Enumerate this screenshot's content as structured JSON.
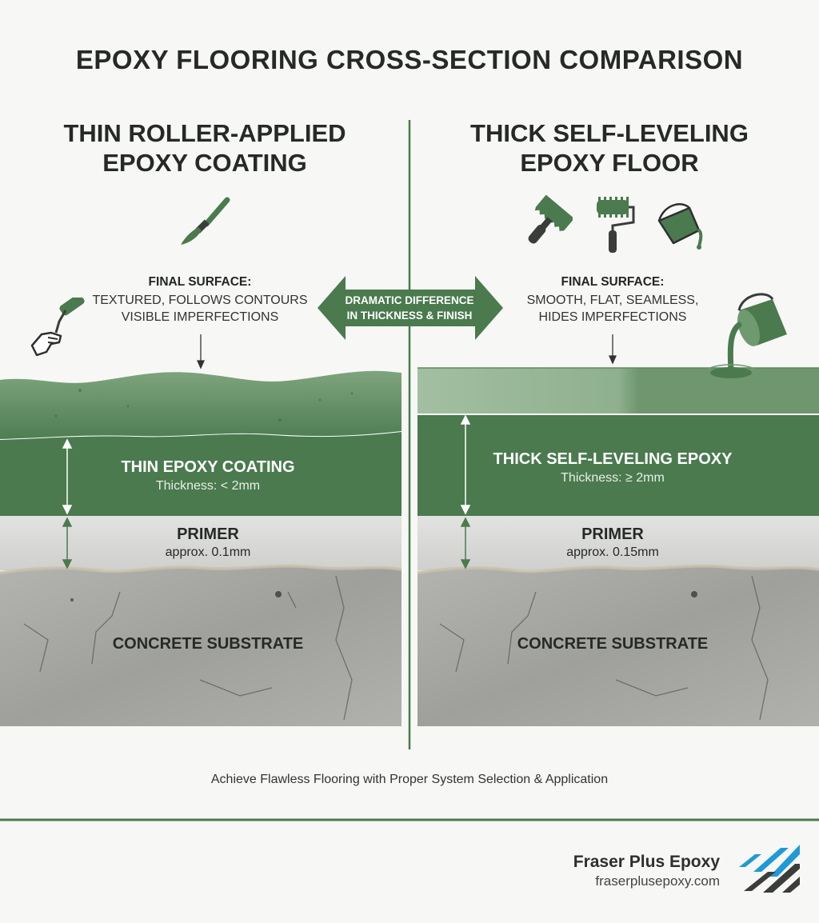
{
  "title": "EPOXY FLOORING CROSS-SECTION COMPARISON",
  "left": {
    "heading_line1": "THIN ROLLER-APPLIED",
    "heading_line2": "EPOXY COATING",
    "surface_label": "FINAL SURFACE:",
    "surface_line1": "TEXTURED, FOLLOWS CONTOURS",
    "surface_line2": "VISIBLE IMPERFECTIONS",
    "coating_title": "THIN EPOXY COATING",
    "coating_thickness": "Thickness: < 2mm",
    "primer_title": "PRIMER",
    "primer_thickness": "approx. 0.1mm",
    "substrate": "CONCRETE SUBSTRATE",
    "icons": [
      "paintbrush-icon",
      "hand-roller-icon"
    ]
  },
  "right": {
    "heading_line1": "THICK SELF-LEVELING",
    "heading_line2": "EPOXY FLOOR",
    "surface_label": "FINAL SURFACE:",
    "surface_line1": "SMOOTH, FLAT, SEAMLESS,",
    "surface_line2": "HIDES IMPERFECTIONS",
    "coating_title": "THICK SELF-LEVELING EPOXY",
    "coating_thickness": "Thickness: ≥ 2mm",
    "primer_title": "PRIMER",
    "primer_thickness": "approx. 0.15mm",
    "substrate": "CONCRETE SUBSTRATE",
    "icons": [
      "notched-trowel-icon",
      "spiked-roller-icon",
      "pouring-bucket-icon"
    ]
  },
  "center_badge": {
    "line1": "DRAMATIC DIFFERENCE",
    "line2": "IN THICKNESS & FINISH"
  },
  "footer": "Achieve Flawless Flooring with Proper System Selection & Application",
  "brand": {
    "name": "Fraser Plus Epoxy",
    "url": "fraserplusepoxy.com"
  },
  "colors": {
    "epoxy_green": "#4a7a4e",
    "epoxy_light": "#6f9a6f",
    "primer_grey": "#d6d7d4",
    "concrete": "#a4a5a1",
    "brand_blue": "#1e9ad6",
    "brand_dark": "#3a3d3a"
  }
}
